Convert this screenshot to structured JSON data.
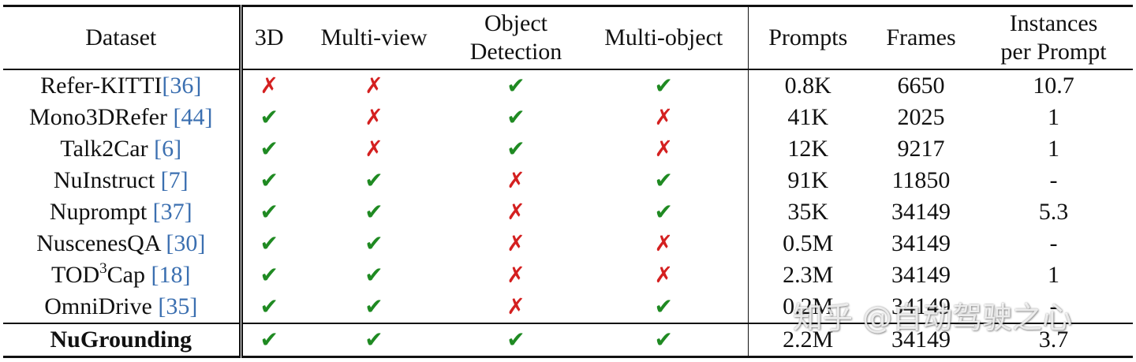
{
  "header": {
    "dataset": "Dataset",
    "d3": "3D",
    "multiview": "Multi-view",
    "objdet_line1": "Object",
    "objdet_line2": "Detection",
    "multiobject": "Multi-object",
    "prompts": "Prompts",
    "frames": "Frames",
    "inst_line1": "Instances",
    "inst_line2": "per Prompt"
  },
  "rows": [
    {
      "name": "Refer-KITTI",
      "name_sup": "",
      "name_rest": "",
      "cite": "[36]",
      "d3": "✗",
      "mv": "✗",
      "od": "✔",
      "mo": "✔",
      "prompts": "0.8K",
      "frames": "6650",
      "inst": "10.7"
    },
    {
      "name": "Mono3DRefer ",
      "name_sup": "",
      "name_rest": "",
      "cite": "[44]",
      "d3": "✔",
      "mv": "✗",
      "od": "✔",
      "mo": "✗",
      "prompts": "41K",
      "frames": "2025",
      "inst": "1"
    },
    {
      "name": "Talk2Car ",
      "name_sup": "",
      "name_rest": "",
      "cite": "[6]",
      "d3": "✔",
      "mv": "✗",
      "od": "✔",
      "mo": "✗",
      "prompts": "12K",
      "frames": "9217",
      "inst": "1"
    },
    {
      "name": "NuInstruct ",
      "name_sup": "",
      "name_rest": "",
      "cite": "[7]",
      "d3": "✔",
      "mv": "✔",
      "od": "✗",
      "mo": "✔",
      "prompts": "91K",
      "frames": "11850",
      "inst": "-"
    },
    {
      "name": "Nuprompt ",
      "name_sup": "",
      "name_rest": "",
      "cite": "[37]",
      "d3": "✔",
      "mv": "✔",
      "od": "✗",
      "mo": "✔",
      "prompts": "35K",
      "frames": "34149",
      "inst": "5.3"
    },
    {
      "name": "NuscenesQA ",
      "name_sup": "",
      "name_rest": "",
      "cite": "[30]",
      "d3": "✔",
      "mv": "✔",
      "od": "✗",
      "mo": "✗",
      "prompts": "0.5M",
      "frames": "34149",
      "inst": "-"
    },
    {
      "name": "TOD",
      "name_sup": "3",
      "name_rest": "Cap ",
      "cite": "[18]",
      "d3": "✔",
      "mv": "✔",
      "od": "✗",
      "mo": "✗",
      "prompts": "2.3M",
      "frames": "34149",
      "inst": "1"
    },
    {
      "name": "OmniDrive ",
      "name_sup": "",
      "name_rest": "",
      "cite": "[35]",
      "d3": "✔",
      "mv": "✔",
      "od": "✗",
      "mo": "✔",
      "prompts": "0.2M",
      "frames": "34149",
      "inst": "-"
    },
    {
      "name": "NuGrounding",
      "name_sup": "",
      "name_rest": "",
      "cite": "",
      "d3": "✔",
      "mv": "✔",
      "od": "✔",
      "mo": "✔",
      "prompts": "2.2M",
      "frames": "34149",
      "inst": "3.7"
    }
  ],
  "watermark": "知乎 @自动驾驶之心",
  "colors": {
    "check": "#1f8a22",
    "cross": "#d42020",
    "cite": "#3b6fb0"
  }
}
